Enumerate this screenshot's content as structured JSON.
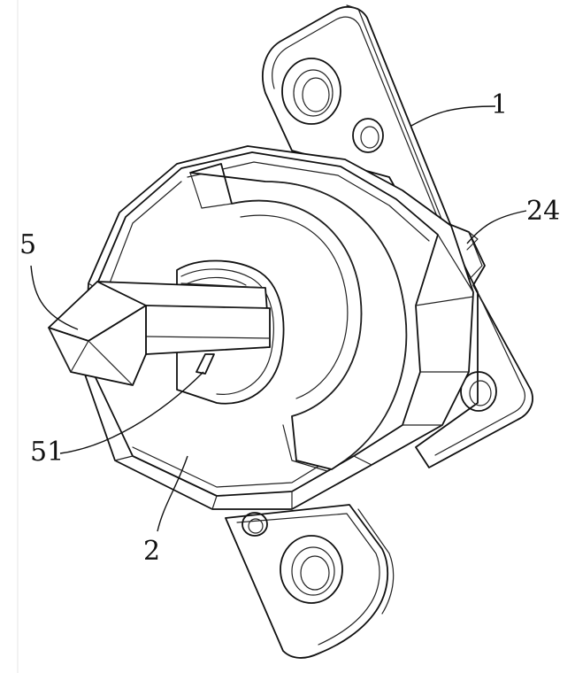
{
  "labels": {
    "bracket": "1",
    "housing": "2",
    "notch": "24",
    "shaft": "5",
    "slot": "51"
  }
}
